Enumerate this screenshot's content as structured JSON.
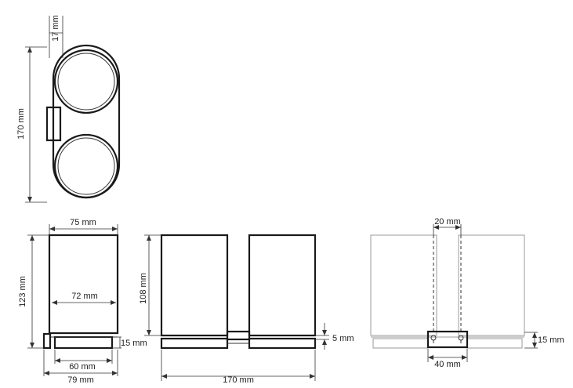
{
  "dimensions": {
    "top_offset": "17 mm",
    "top_height": "170 mm",
    "cup_diameter_top": "75 mm",
    "cup_inner": "72 mm",
    "front_height": "123 mm",
    "base_height_left": "15 mm",
    "base_60": "60 mm",
    "base_79": "79 mm",
    "cup_height": "108 mm",
    "total_width": "170 mm",
    "gap_5": "5 mm",
    "gap_20": "20 mm",
    "bracket_40": "40 mm",
    "base_height_right": "15 mm"
  }
}
